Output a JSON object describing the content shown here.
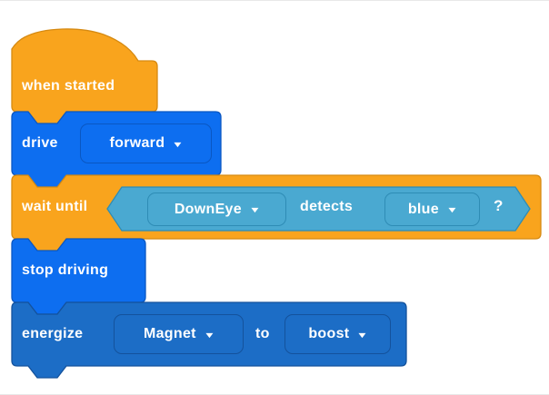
{
  "palette": {
    "background": "#FFFFFF",
    "orange": "#F9A41D",
    "orange_border": "#D68A12",
    "blue": "#0D6EF0",
    "blue_border": "#0A57C2",
    "dark_blue": "#1C6DC6",
    "dark_blue_border": "#14529C",
    "teal": "#4AA9D1",
    "teal_border": "#2E8CB5",
    "text": "#FFFFFF"
  },
  "icons": {
    "chevron_down": "▼"
  },
  "blocks": {
    "when_started": {
      "label": "when started"
    },
    "drive": {
      "label": "drive",
      "direction_value": "forward"
    },
    "wait_until": {
      "label": "wait until",
      "sensor_value": "DownEye",
      "verb": "detects",
      "color_value": "blue",
      "question": "?"
    },
    "stop_driving": {
      "label": "stop driving"
    },
    "energize": {
      "label": "energize",
      "target_value": "Magnet",
      "connector": "to",
      "level_value": "boost"
    }
  }
}
